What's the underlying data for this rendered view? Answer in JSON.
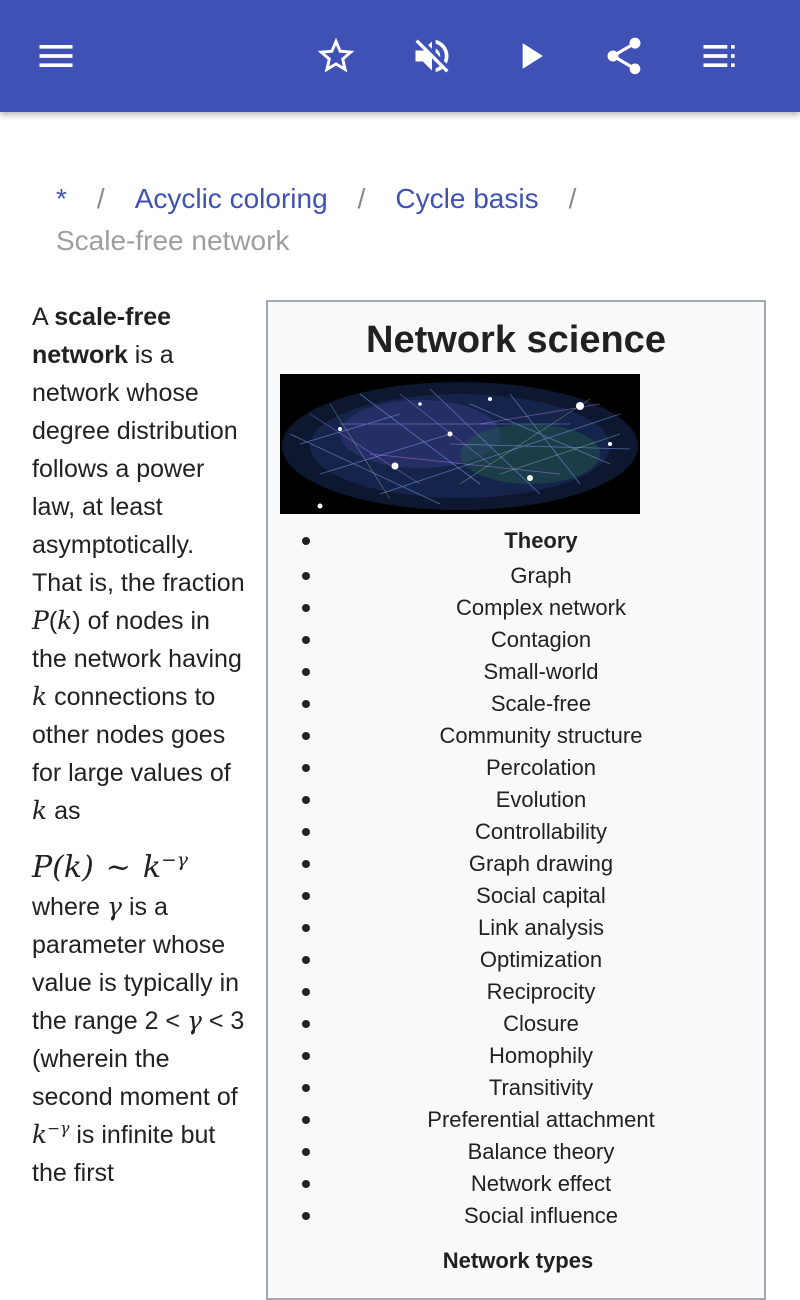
{
  "toolbar": {
    "icons": [
      "menu-icon",
      "star-outline-icon",
      "volume-off-icon",
      "play-icon",
      "share-icon",
      "playlist-icon"
    ],
    "color": "#3f51b5"
  },
  "breadcrumb": {
    "items": [
      "*",
      "Acyclic coloring",
      "Cycle basis"
    ],
    "separator": "/",
    "current": "Scale-free network"
  },
  "article": {
    "p1_a": "A ",
    "p1_bold": "scale-free network",
    "p1_b": " is a network whose degree distribution follows a power law, at least asymptotically. That is, the fraction ",
    "pk": "P",
    "k": "k",
    "p1_c": " of nodes in the network having ",
    "p1_d": " connections to other nodes goes for large values of ",
    "p1_e": " as",
    "formula_lhs": "P(k)",
    "formula_sim": "~",
    "formula_base": "k",
    "formula_exp": "−γ",
    "p2_a": "where ",
    "gamma": "γ",
    "p2_b": " is a parameter whose value is typically in the range 2 < ",
    "p2_c": " < 3 (wherein the second moment of ",
    "p2_d": " is infinite but the first"
  },
  "infobox": {
    "title": "Network science",
    "image_alt": "Internet map visualization",
    "theory_heading": "Theory",
    "items": [
      "Graph",
      "Complex network",
      "Contagion",
      "Small-world",
      "Scale-free",
      "Community structure",
      "Percolation",
      "Evolution",
      "Controllability",
      "Graph drawing",
      "Social capital",
      "Link analysis",
      "Optimization",
      "Reciprocity",
      "Closure",
      "Homophily",
      "Transitivity",
      "Preferential attachment",
      "Balance theory",
      "Network effect",
      "Social influence"
    ],
    "next_heading": "Network types"
  }
}
